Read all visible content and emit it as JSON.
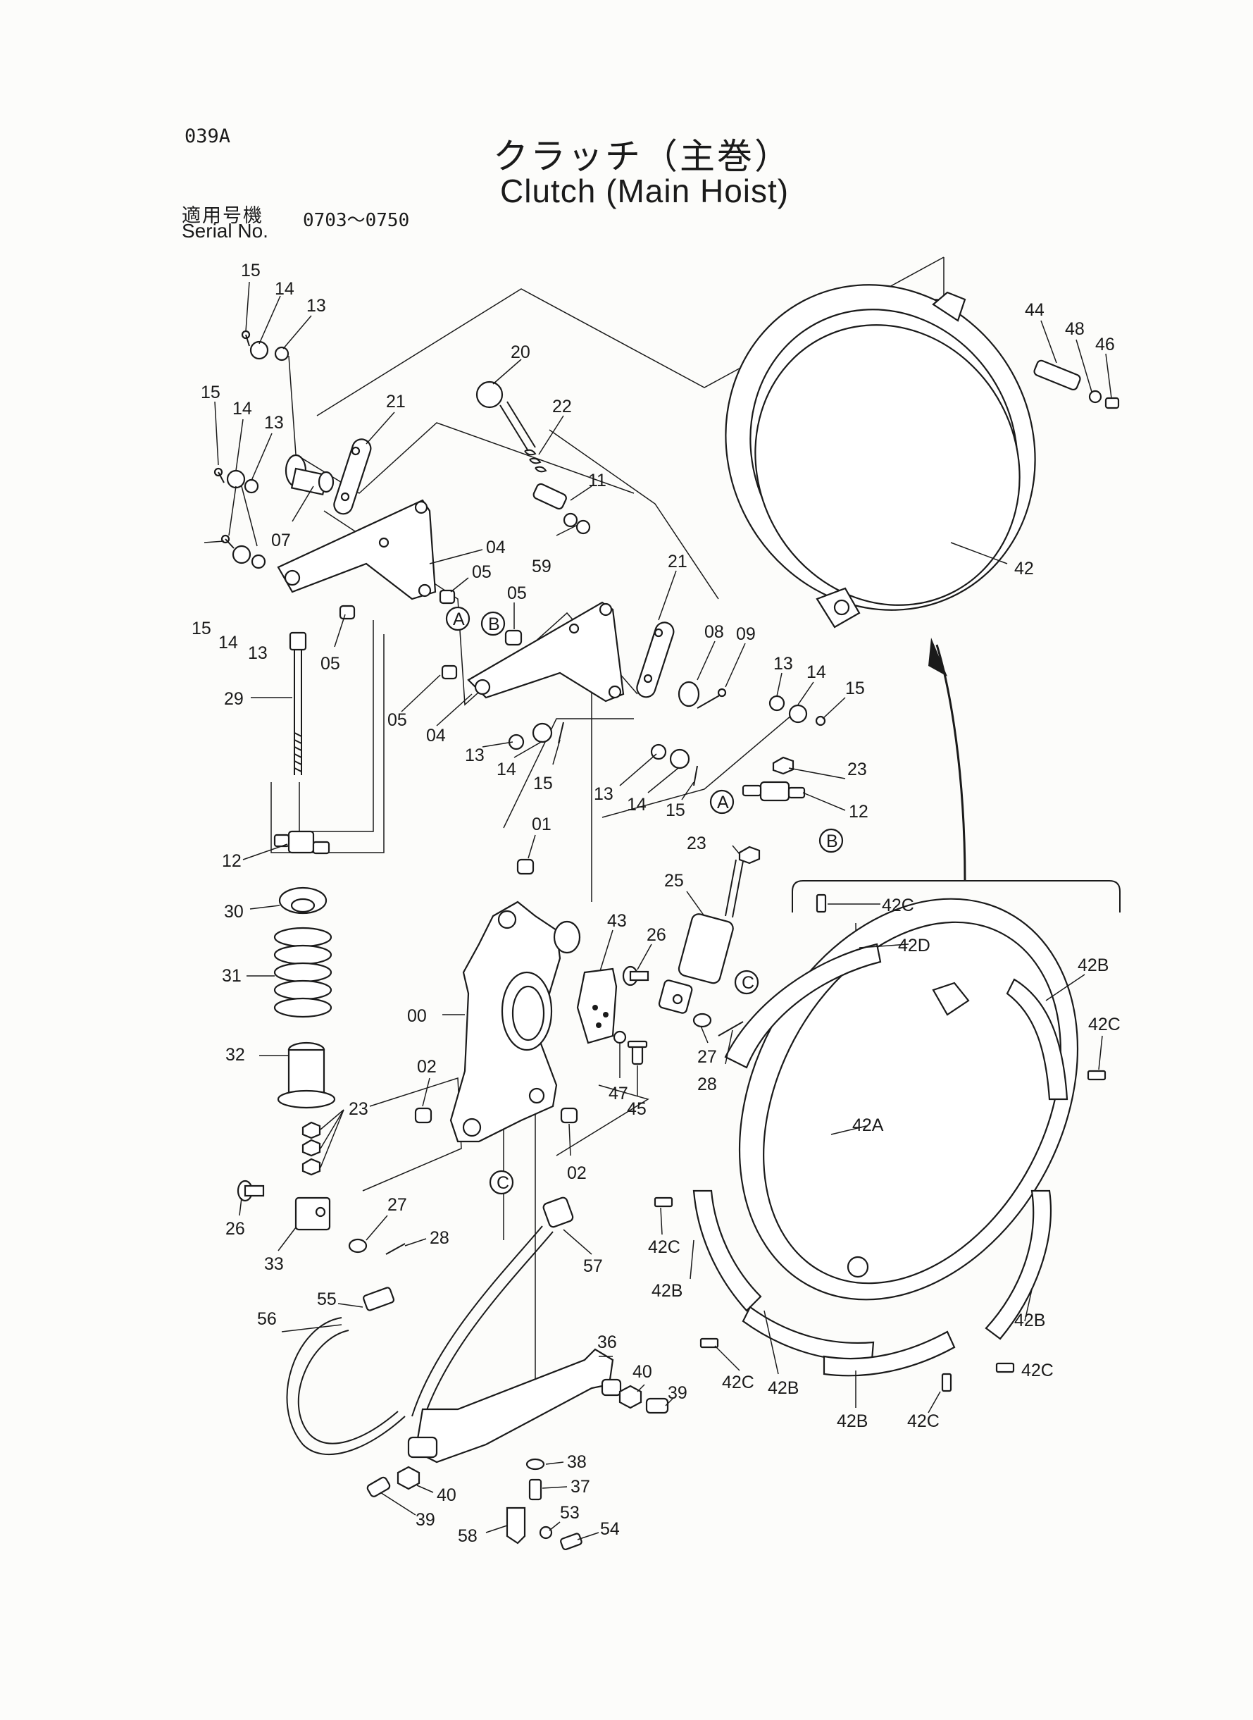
{
  "header": {
    "page_code": "039A",
    "title_jp": "クラッチ（主巻）",
    "title_en": "Clutch (Main Hoist)",
    "serial_label_jp": "適用号機",
    "serial_label_en": "Serial No.",
    "serial_range": "0703～0750"
  },
  "labels": [
    {
      "id": "l15a",
      "text": "15"
    },
    {
      "id": "l14a",
      "text": "14"
    },
    {
      "id": "l13a",
      "text": "13"
    },
    {
      "id": "l20",
      "text": "20"
    },
    {
      "id": "l44",
      "text": "44"
    },
    {
      "id": "l48",
      "text": "48"
    },
    {
      "id": "l46",
      "text": "46"
    },
    {
      "id": "l15b",
      "text": "15"
    },
    {
      "id": "l14b",
      "text": "14"
    },
    {
      "id": "l13b",
      "text": "13"
    },
    {
      "id": "l21a",
      "text": "21"
    },
    {
      "id": "l22",
      "text": "22"
    },
    {
      "id": "l11",
      "text": "11"
    },
    {
      "id": "l07",
      "text": "07"
    },
    {
      "id": "l04a",
      "text": "04"
    },
    {
      "id": "l59",
      "text": "59"
    },
    {
      "id": "l42",
      "text": "42"
    },
    {
      "id": "l05a",
      "text": "05"
    },
    {
      "id": "l05b",
      "text": "05"
    },
    {
      "id": "l15c",
      "text": "15"
    },
    {
      "id": "l14c",
      "text": "14"
    },
    {
      "id": "l13c",
      "text": "13"
    },
    {
      "id": "l21b",
      "text": "21"
    },
    {
      "id": "l08",
      "text": "08"
    },
    {
      "id": "l09",
      "text": "09"
    },
    {
      "id": "l05c",
      "text": "05"
    },
    {
      "id": "l29",
      "text": "29"
    },
    {
      "id": "l13d",
      "text": "13"
    },
    {
      "id": "l14d",
      "text": "14"
    },
    {
      "id": "l15d",
      "text": "15"
    },
    {
      "id": "l05d",
      "text": "05"
    },
    {
      "id": "l04b",
      "text": "04"
    },
    {
      "id": "l13e",
      "text": "13"
    },
    {
      "id": "l14e",
      "text": "14"
    },
    {
      "id": "l15e",
      "text": "15"
    },
    {
      "id": "l13f",
      "text": "13"
    },
    {
      "id": "l14f",
      "text": "14"
    },
    {
      "id": "l15f",
      "text": "15"
    },
    {
      "id": "l23a",
      "text": "23"
    },
    {
      "id": "l12a",
      "text": "12"
    },
    {
      "id": "l23b",
      "text": "23"
    },
    {
      "id": "l01",
      "text": "01"
    },
    {
      "id": "l12b",
      "text": "12"
    },
    {
      "id": "l25",
      "text": "25"
    },
    {
      "id": "l30",
      "text": "30"
    },
    {
      "id": "l42C1",
      "text": "42C"
    },
    {
      "id": "l42D",
      "text": "42D"
    },
    {
      "id": "l43",
      "text": "43"
    },
    {
      "id": "l26a",
      "text": "26"
    },
    {
      "id": "l31",
      "text": "31"
    },
    {
      "id": "l42B1",
      "text": "42B"
    },
    {
      "id": "l00",
      "text": "00"
    },
    {
      "id": "l42C2",
      "text": "42C"
    },
    {
      "id": "l32",
      "text": "32"
    },
    {
      "id": "l02a",
      "text": "02"
    },
    {
      "id": "l27a",
      "text": "27"
    },
    {
      "id": "l47",
      "text": "47"
    },
    {
      "id": "l28a",
      "text": "28"
    },
    {
      "id": "l45",
      "text": "45"
    },
    {
      "id": "l42A",
      "text": "42A"
    },
    {
      "id": "l23c",
      "text": "23"
    },
    {
      "id": "l02b",
      "text": "02"
    },
    {
      "id": "l26b",
      "text": "26"
    },
    {
      "id": "l27b",
      "text": "27"
    },
    {
      "id": "l28b",
      "text": "28"
    },
    {
      "id": "l33",
      "text": "33"
    },
    {
      "id": "l57",
      "text": "57"
    },
    {
      "id": "l42C3",
      "text": "42C"
    },
    {
      "id": "l42B2",
      "text": "42B"
    },
    {
      "id": "l55",
      "text": "55"
    },
    {
      "id": "l56",
      "text": "56"
    },
    {
      "id": "l42B3",
      "text": "42B"
    },
    {
      "id": "l36",
      "text": "36"
    },
    {
      "id": "l42C4",
      "text": "42C"
    },
    {
      "id": "l42B4",
      "text": "42B"
    },
    {
      "id": "l42C5",
      "text": "42C"
    },
    {
      "id": "l40a",
      "text": "40"
    },
    {
      "id": "l39a",
      "text": "39"
    },
    {
      "id": "l42B5",
      "text": "42B"
    },
    {
      "id": "l42C6",
      "text": "42C"
    },
    {
      "id": "l38",
      "text": "38"
    },
    {
      "id": "l37",
      "text": "37"
    },
    {
      "id": "l40b",
      "text": "40"
    },
    {
      "id": "l53",
      "text": "53"
    },
    {
      "id": "l54",
      "text": "54"
    },
    {
      "id": "l39b",
      "text": "39"
    },
    {
      "id": "l58",
      "text": "58"
    }
  ],
  "connectors": [
    {
      "id": "cA1",
      "text": "A"
    },
    {
      "id": "cB1",
      "text": "B"
    },
    {
      "id": "cA2",
      "text": "A"
    },
    {
      "id": "cB2",
      "text": "B"
    },
    {
      "id": "cC1",
      "text": "C"
    },
    {
      "id": "cC2",
      "text": "C"
    }
  ]
}
